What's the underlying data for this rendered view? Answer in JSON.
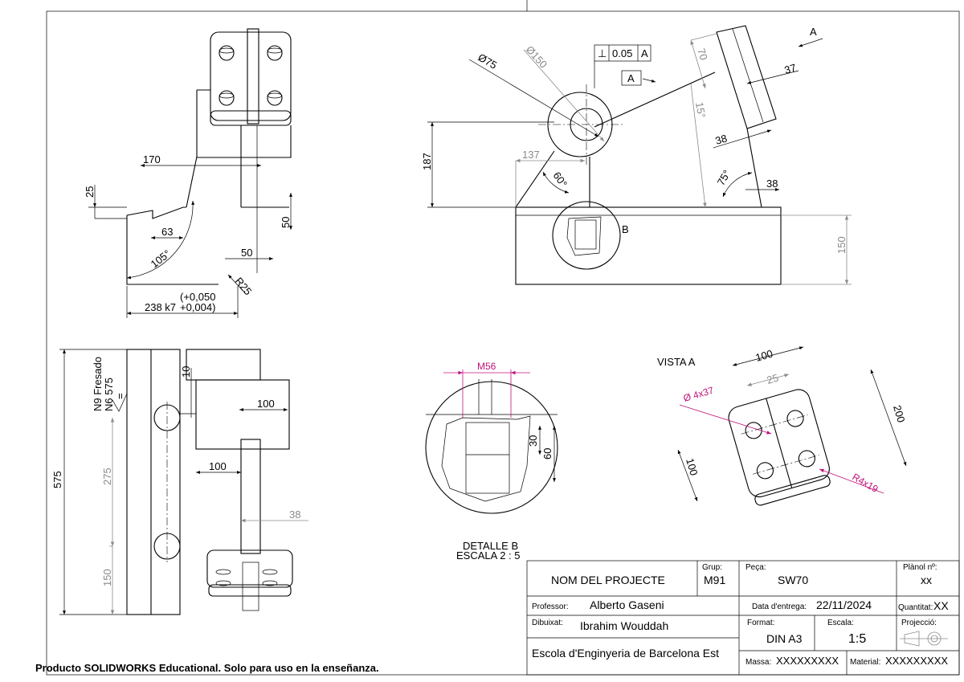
{
  "views": {
    "top_left": {
      "dims": [
        "170",
        "25",
        "63",
        "105°",
        "50",
        "50",
        "R25",
        "238 k7"
      ],
      "tolerance": [
        "(+0,050",
        "+0,004)"
      ]
    },
    "top_right": {
      "dims": [
        "Ø75",
        "Ø150",
        "187",
        "137",
        "60°",
        "70",
        "37",
        "15°",
        "38",
        "75°",
        "38",
        "150"
      ],
      "fcf_symbol": "⊥",
      "fcf_value": "0.05",
      "fcf_datum": "A",
      "datum": "A",
      "view_arrow": "A",
      "detail_ref": "B"
    },
    "bottom_left": {
      "dims": [
        "575",
        "275",
        "150",
        "10",
        "100",
        "100",
        "38"
      ],
      "surface": [
        "N9  Fresado",
        "N6  575",
        "="
      ]
    },
    "detail_b": {
      "dims": [
        "M56",
        "30",
        "60"
      ],
      "title_lines": [
        "DETALLE B",
        "ESCALA 2 : 5"
      ]
    },
    "vista_a": {
      "title": "VISTA A",
      "dims": [
        "100",
        "25",
        "Ø 4x37",
        "200",
        "100",
        "R4x19"
      ]
    }
  },
  "title_block": {
    "project_label": "NOM DEL PROJECTE",
    "grup_label": "Grup:",
    "grup_value": "M91",
    "peca_label": "Peça:",
    "peca_value": "SW70",
    "planol_label": "Plànol nº:",
    "planol_value": "xx",
    "professor_label": "Professor:",
    "professor_value": "Alberto Gaseni",
    "data_label": "Data d'entrega:",
    "data_value": "22/11/2024",
    "quantitat_label": "Quantitat:",
    "quantitat_value": "XX",
    "dibuixat_label": "Dibuixat:",
    "dibuixat_value": "Ibrahim Wouddah",
    "format_label": "Format:",
    "format_value": "DIN A3",
    "escala_label": "Escala:",
    "escala_value": "1:5",
    "projeccio_label": "Projecció:",
    "school": "Escola d'Enginyeria de Barcelona Est",
    "massa_label": "Massa:",
    "massa_value": "XXXXXXXXX",
    "material_label": "Material:",
    "material_value": "XXXXXXXXX"
  },
  "watermark": "Producto SOLIDWORKS Educational. Solo para uso en la enseñanza.",
  "colors": {
    "line": "#000000",
    "reference": "#8a8a8a",
    "annotation": "#c0117a"
  }
}
